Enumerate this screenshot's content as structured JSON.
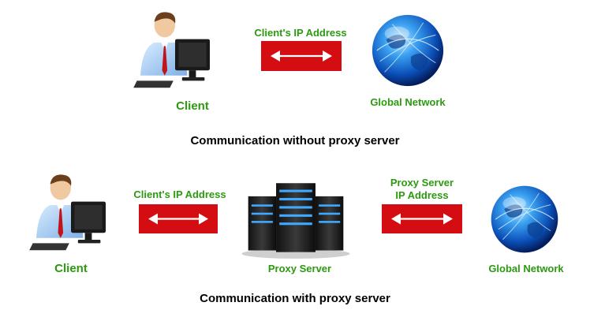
{
  "top": {
    "client_label": "Client",
    "link_label": "Client's IP Address",
    "network_label": "Global Network",
    "caption": "Communication without proxy server"
  },
  "bottom": {
    "client_label": "Client",
    "link1_label": "Client's IP Address",
    "proxy_label": "Proxy Server",
    "link2_label_line1": "Proxy Server",
    "link2_label_line2": "IP Address",
    "network_label": "Global Network",
    "caption": "Communication with proxy server"
  },
  "icons": {
    "client": "client-user-computer-icon",
    "network": "globe-network-icon",
    "server": "server-rack-icon",
    "arrow": "double-arrow-icon"
  },
  "colors": {
    "label_green": "#2b9a0f",
    "arrow_red": "#d40d12",
    "caption_black": "#000000"
  }
}
